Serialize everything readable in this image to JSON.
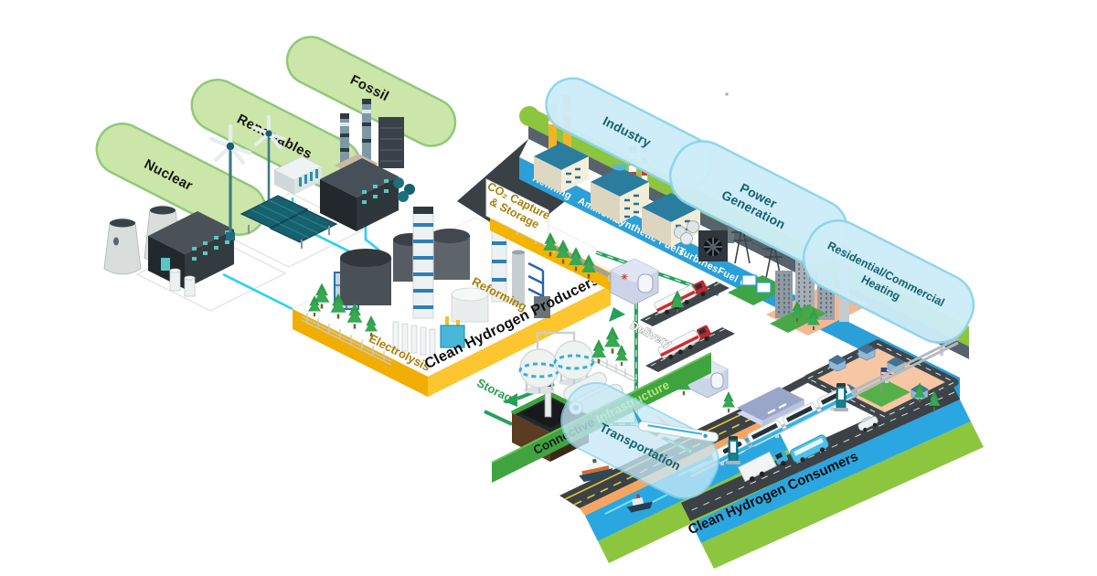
{
  "sources": {
    "nuclear": "Nuclear",
    "renewables": "Renewables",
    "fossil": "Fossil"
  },
  "producers": {
    "title": "Clean Hydrogen Producers",
    "electrolysis": "Electrolysis",
    "reforming": "Reforming",
    "co2_line1": "CO₂ Capture",
    "co2_line2": "& Storage"
  },
  "infrastructure": {
    "connective": "Connective ",
    "infrastructure": "Infrastructure",
    "delivery": "Delivery",
    "storage": "Storage"
  },
  "consumers": {
    "title": "Clean Hydrogen Consumers",
    "banners": {
      "industry": "Industry",
      "power1": "Power",
      "power2": "Generation",
      "res1": "Residential/Commercial",
      "res2": "Heating",
      "transportation": "Transportation"
    },
    "sectors": [
      "Refining",
      "Ammonia",
      "Synthetic Fuels",
      "Turbines",
      "Fuel Cells"
    ]
  },
  "icons": {
    "compressor_fan": "✳"
  },
  "colors": {
    "source_banner": "#cbe6a8",
    "source_banner_border": "#8fc979",
    "consumer_banner": "#cdedf8",
    "consumer_banner_border": "#8bd5ec",
    "banner_text": "#176170",
    "producer_edge_yellow": "#f2ae00",
    "gold_text": "#a87f08",
    "infra_green": "#3fa33f",
    "rim_green": "#8cc63f",
    "consumer_blue": "#2aa7e0",
    "terrace_blue": "#2b9fd8",
    "pipeline_green": "#27a05c",
    "connector_cyan": "#2bd1f2",
    "road_dark": "#3c4146",
    "water_blue": "#2aa7e0"
  }
}
